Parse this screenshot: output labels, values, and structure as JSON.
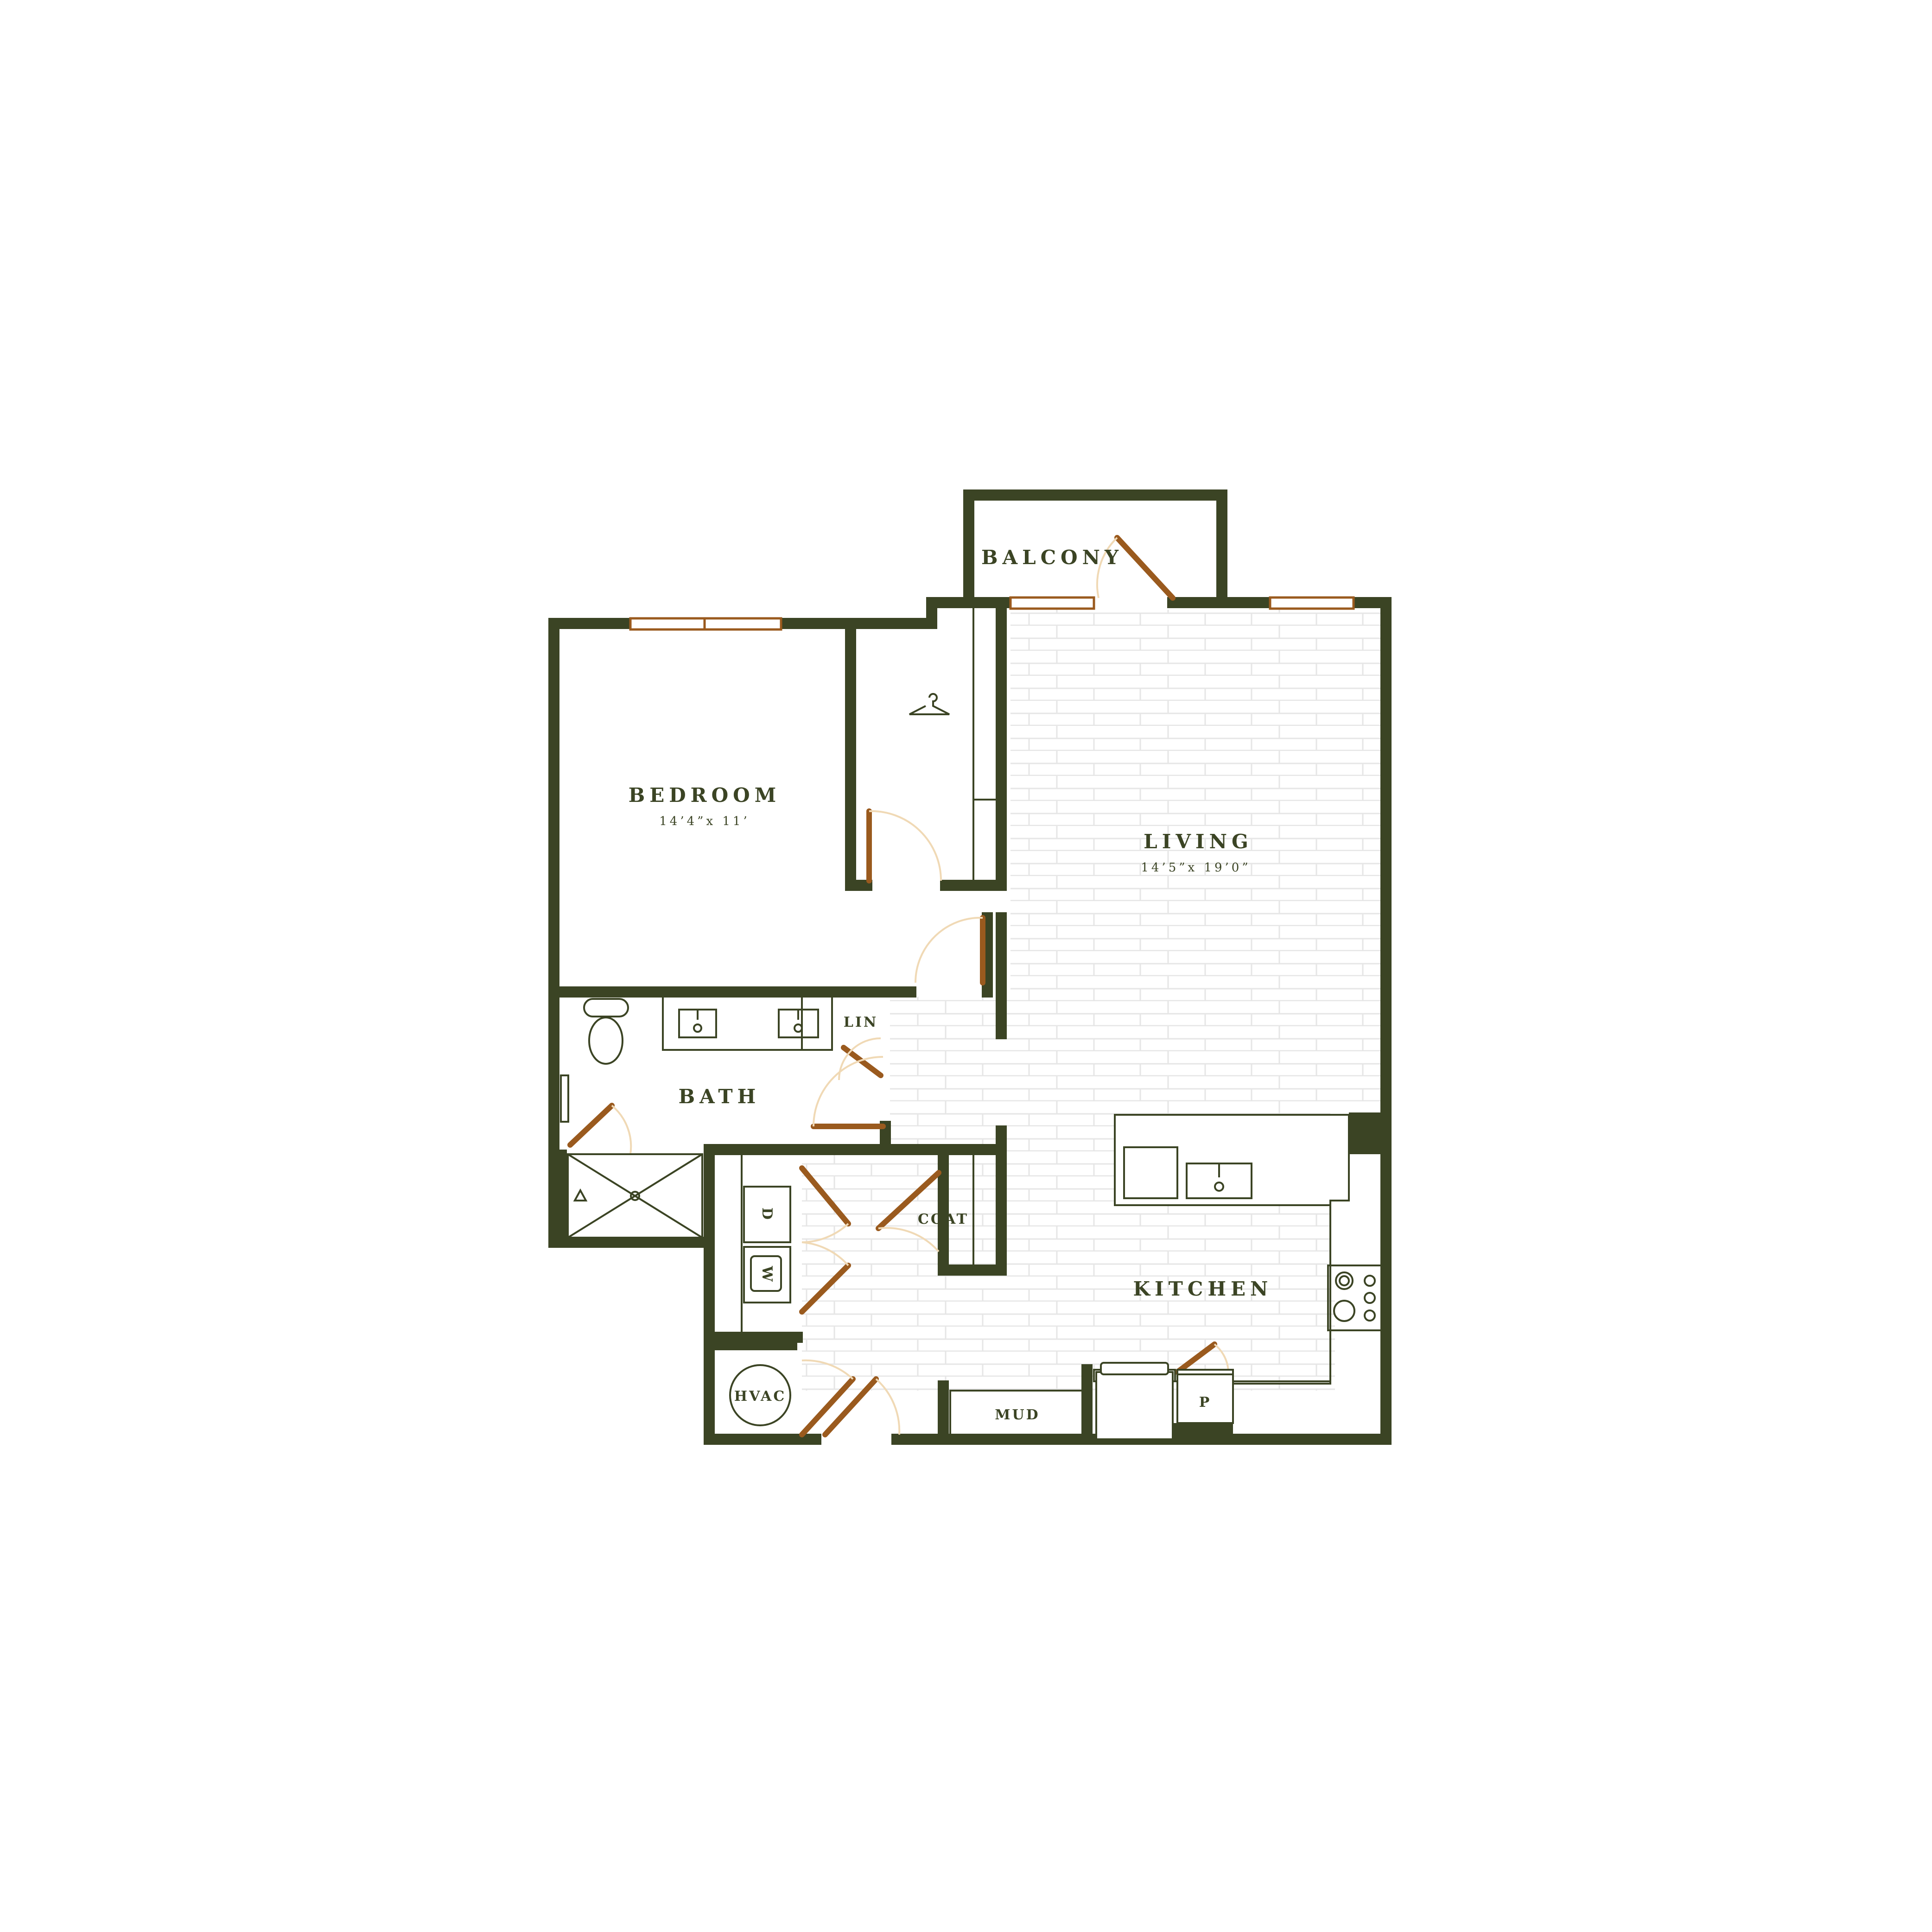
{
  "colors": {
    "wall": "#3b4424",
    "door": "#9a5a1e",
    "swing": "#f0d9b5",
    "floor_line": "#e6e6e6",
    "fixture": "#3b4424",
    "window_fill": "#ffffff",
    "background": "#ffffff"
  },
  "rooms": {
    "bedroom": {
      "label": "BEDROOM",
      "dims": "14’4”x 11’"
    },
    "living": {
      "label": "LIVING",
      "dims": "14’5”x 19’0”"
    },
    "balcony": {
      "label": "BALCONY"
    },
    "bath": {
      "label": "BATH"
    },
    "kitchen": {
      "label": "KITCHEN"
    }
  },
  "fixtures": {
    "linen": "LIN",
    "coat": "COAT",
    "dryer": "D",
    "washer": "W",
    "hvac": "HVAC",
    "mud": "MUD",
    "pantry": "P"
  },
  "icons": {
    "closet": "hanger-icon",
    "toilet": "toilet-icon",
    "sinks": "sink-icon",
    "shower": "shower-icon",
    "stove": "cooktop-icon"
  }
}
